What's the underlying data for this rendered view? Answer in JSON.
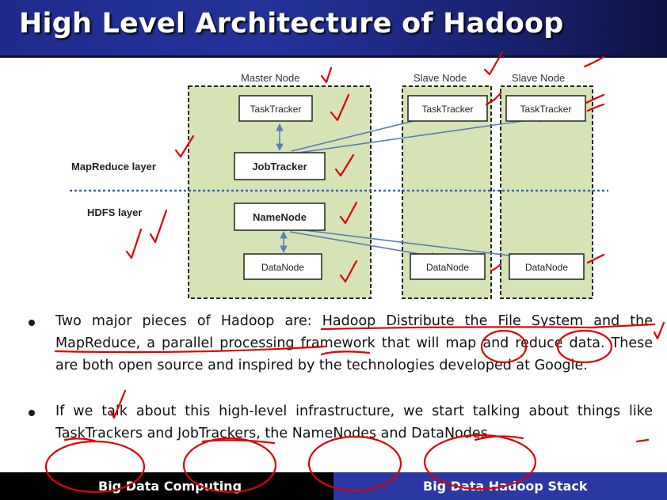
{
  "slide": {
    "title": "High Level Architecture of Hadoop"
  },
  "diagram": {
    "master_label": "Master Node",
    "slave1_label": "Slave Node",
    "slave2_label": "Slave Node",
    "layer_mapreduce": "MapReduce layer",
    "layer_hdfs": "HDFS layer",
    "boxes": {
      "master_tasktracker": "TaskTracker",
      "jobtracker": "JobTracker",
      "namenode": "NameNode",
      "master_datanode": "DataNode",
      "slave1_tasktracker": "TaskTracker",
      "slave1_datanode": "DataNode",
      "slave2_tasktracker": "TaskTracker",
      "slave2_datanode": "DataNode"
    }
  },
  "bullets": [
    "Two major pieces of Hadoop are: Hadoop Distribute the File System and the MapReduce, a parallel processing framework that will map and reduce data. These are both open source and inspired by the technologies developed at Google.",
    "If we talk about this high-level infrastructure, we start talking about things like TaskTrackers and JobTrackers, the NameNodes and DataNodes."
  ],
  "footer": {
    "left": "Big Data Computing",
    "right": "Big Data Hadoop Stack"
  },
  "colors": {
    "title_bar": "#1f2a8c",
    "node_fill": "#d6e3b4",
    "arrow": "#5a7fb8",
    "ink": "#e00000",
    "footer_right": "#2b37a3"
  }
}
